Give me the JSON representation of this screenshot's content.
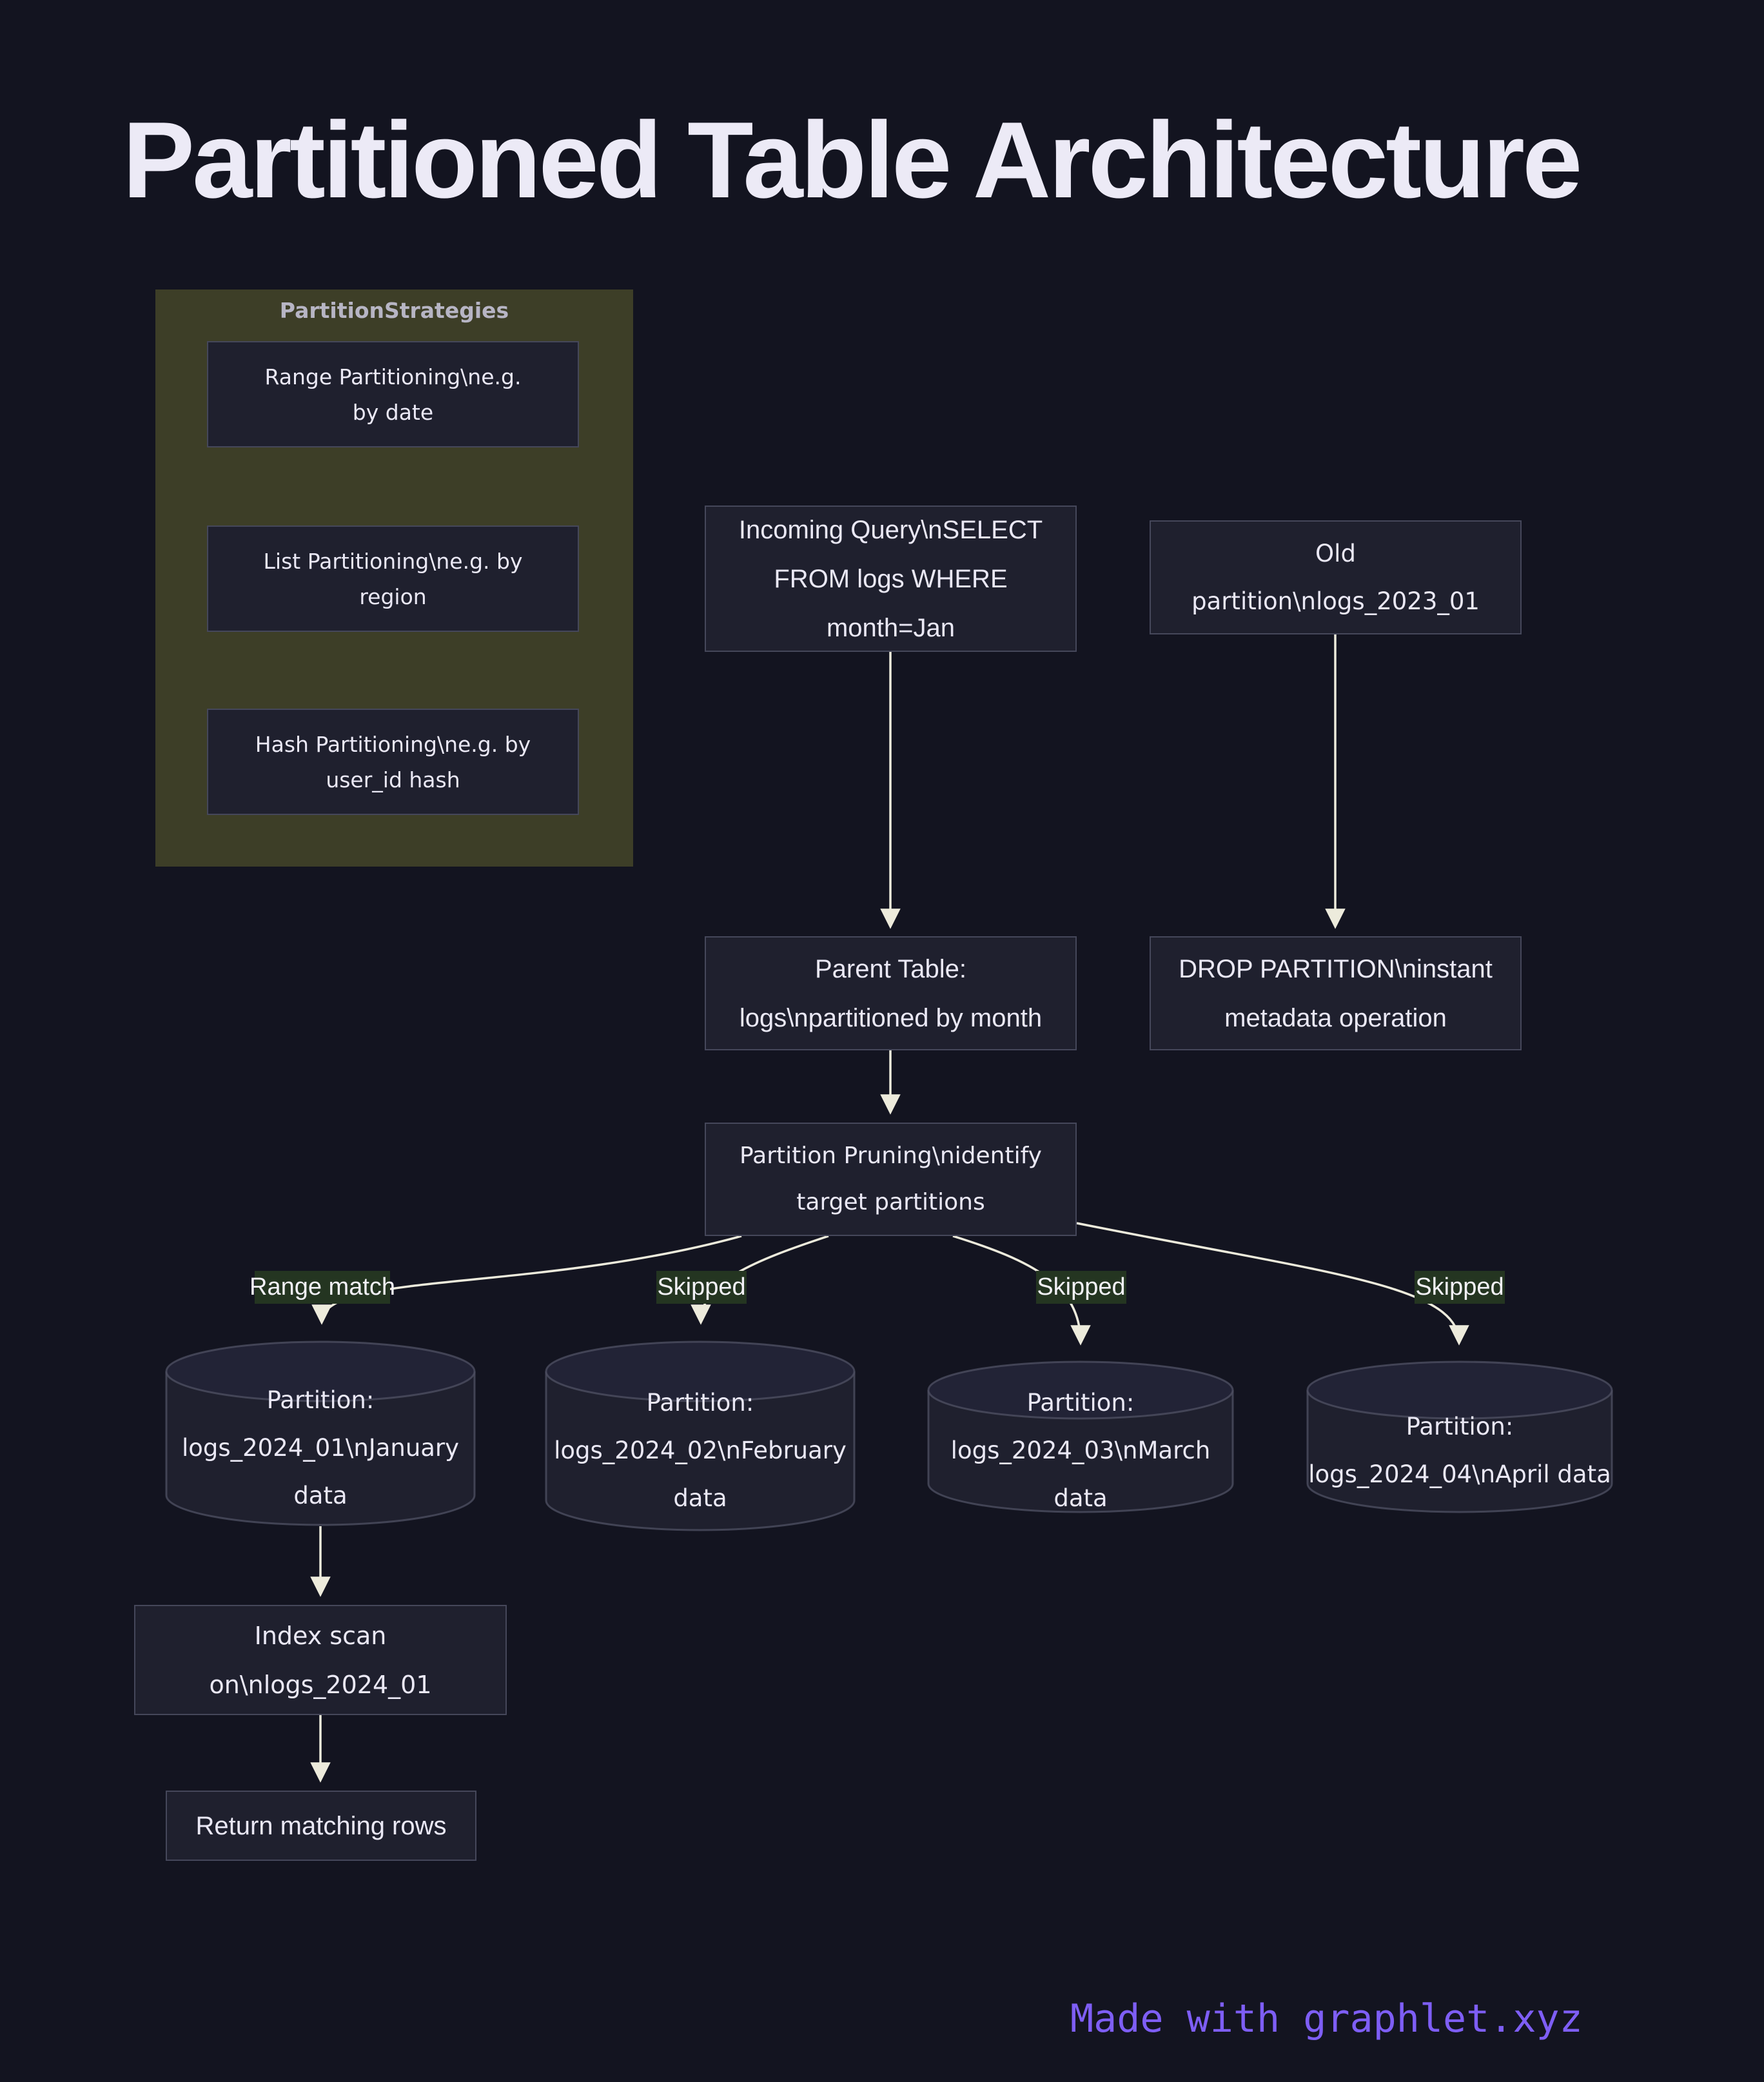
{
  "title": "Partitioned Table Architecture",
  "footer": "Made with graphlet.xyz",
  "colors": {
    "background": "#131420",
    "node_fill": "#1f202e",
    "node_border": "#45475a",
    "node_text": "#eae8f5",
    "group_fill": "#3d3e27",
    "group_label_text": "#b7b5c4",
    "edge_stroke": "#edebdc",
    "edge_label_bg": "#243521",
    "edge_label_text": "#f2f1f7",
    "footer_text": "#7e5ef5"
  },
  "group": {
    "label": "PartitionStrategies",
    "items": [
      {
        "lines": [
          "Range Partitioning\\ne.g.",
          "by date"
        ]
      },
      {
        "lines": [
          "List Partitioning\\ne.g. by",
          "region"
        ]
      },
      {
        "lines": [
          "Hash Partitioning\\ne.g. by",
          "user_id hash"
        ]
      }
    ]
  },
  "nodes": {
    "incoming_query": {
      "lines": [
        "Incoming Query\\nSELECT",
        "FROM logs WHERE",
        "month=Jan"
      ]
    },
    "old_partition": {
      "lines": [
        "Old",
        "partition\\nlogs_2023_01"
      ]
    },
    "parent_table": {
      "lines": [
        "Parent Table:",
        "logs\\npartitioned by month"
      ]
    },
    "drop_partition": {
      "lines": [
        "DROP PARTITION\\ninstant",
        "metadata operation"
      ]
    },
    "partition_pruning": {
      "lines": [
        "Partition Pruning\\nidentify",
        "target partitions"
      ]
    },
    "partition_jan": {
      "lines": [
        "Partition:",
        "logs_2024_01\\nJanuary",
        "data"
      ]
    },
    "partition_feb": {
      "lines": [
        "Partition:",
        "logs_2024_02\\nFebruary",
        "data"
      ]
    },
    "partition_mar": {
      "lines": [
        "Partition:",
        "logs_2024_03\\nMarch data"
      ]
    },
    "partition_apr": {
      "lines": [
        "Partition:",
        "logs_2024_04\\nApril data"
      ]
    },
    "index_scan": {
      "lines": [
        "Index scan",
        "on\\nlogs_2024_01"
      ]
    },
    "return_rows": {
      "lines": [
        "Return matching rows"
      ]
    }
  },
  "edge_labels": [
    "Range match",
    "Skipped",
    "Skipped",
    "Skipped"
  ]
}
